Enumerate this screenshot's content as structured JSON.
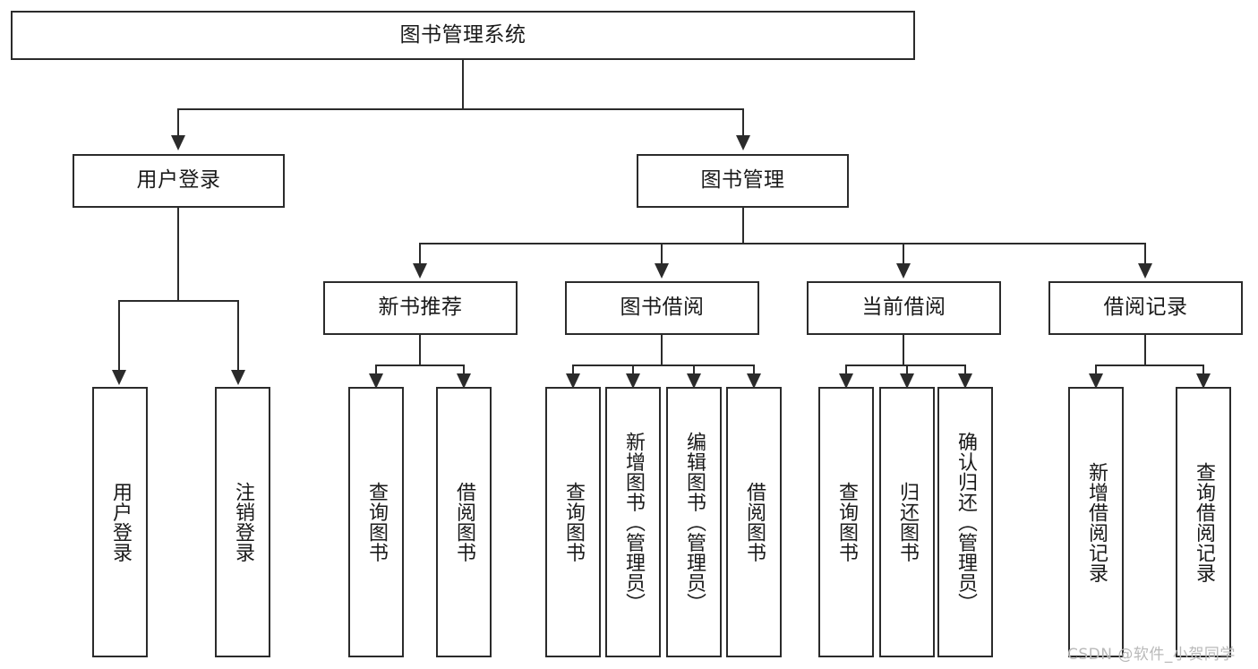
{
  "diagram": {
    "type": "tree",
    "title": "图书管理系统",
    "orientation": "top-down",
    "root": {
      "label": "图书管理系统",
      "children": [
        {
          "label": "用户登录",
          "children": [
            {
              "label": "用户登录",
              "vertical": true
            },
            {
              "label": "注销登录",
              "vertical": true
            }
          ]
        },
        {
          "label": "图书管理",
          "children": [
            {
              "label": "新书推荐",
              "children": [
                {
                  "label": "查询图书",
                  "vertical": true
                },
                {
                  "label": "借阅图书",
                  "vertical": true
                }
              ]
            },
            {
              "label": "图书借阅",
              "children": [
                {
                  "label": "查询图书",
                  "vertical": true
                },
                {
                  "label": "新增图书（管理员）",
                  "vertical": true
                },
                {
                  "label": "编辑图书（管理员）",
                  "vertical": true
                },
                {
                  "label": "借阅图书",
                  "vertical": true
                }
              ]
            },
            {
              "label": "当前借阅",
              "children": [
                {
                  "label": "查询图书",
                  "vertical": true
                },
                {
                  "label": "归还图书",
                  "vertical": true
                },
                {
                  "label": "确认归还（管理员）",
                  "vertical": true
                }
              ]
            },
            {
              "label": "借阅记录",
              "children": [
                {
                  "label": "新增借阅记录",
                  "vertical": true
                },
                {
                  "label": "查询借阅记录",
                  "vertical": true
                }
              ]
            }
          ]
        }
      ]
    }
  },
  "nodes": {
    "root": "图书管理系统",
    "user_login": "用户登录",
    "book_manage": "图书管理",
    "new_book_rec": "新书推荐",
    "book_borrow": "图书借阅",
    "current_borrow": "当前借阅",
    "borrow_record": "借阅记录",
    "leaf_user_login": "用户登录",
    "leaf_logout": "注销登录",
    "leaf_query_book_1": "查询图书",
    "leaf_borrow_book_1": "借阅图书",
    "leaf_query_book_2": "查询图书",
    "leaf_add_book_admin": "新增图书（管理员）",
    "leaf_edit_book_admin": "编辑图书（管理员）",
    "leaf_borrow_book_2": "借阅图书",
    "leaf_query_book_3": "查询图书",
    "leaf_return_book": "归还图书",
    "leaf_confirm_return_admin": "确认归还（管理员）",
    "leaf_add_record": "新增借阅记录",
    "leaf_query_record": "查询借阅记录"
  },
  "watermark": {
    "text": "CSDN @软件_小贺同学"
  },
  "colors": {
    "stroke": "#2b2b2b",
    "fill": "#ffffff",
    "text": "#1a1a1a",
    "watermark": "#b9b9b9"
  }
}
